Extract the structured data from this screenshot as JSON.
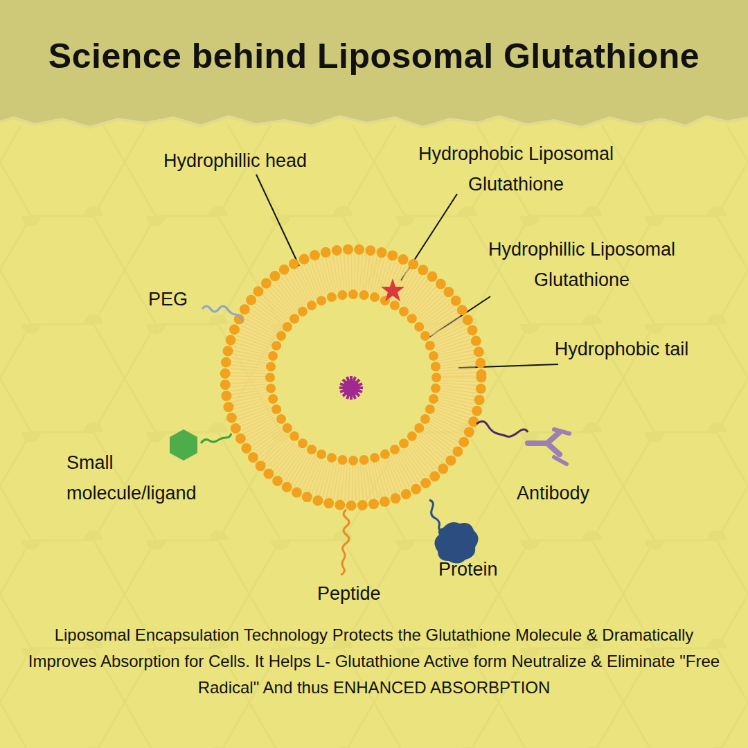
{
  "diagram": {
    "title": "Science behind Liposomal Glutathione",
    "caption": "Liposomal Encapsulation Technology Protects the Glutathione Molecule & Dramatically Improves Absorption for Cells. It Helps L- Glutathione Active form Neutralize & Eliminate \"Free Radical\" And thus ENHANCED ABSORBPTION",
    "labels": [
      "Hydrophillic head",
      "Hydrophobic Liposomal Glutathione",
      "Hydrophillic Liposomal Glutathione",
      "Hydrophobic tail",
      "PEG",
      "Small molecule/ligand",
      "Antibody",
      "Protein",
      "Peptide"
    ]
  }
}
